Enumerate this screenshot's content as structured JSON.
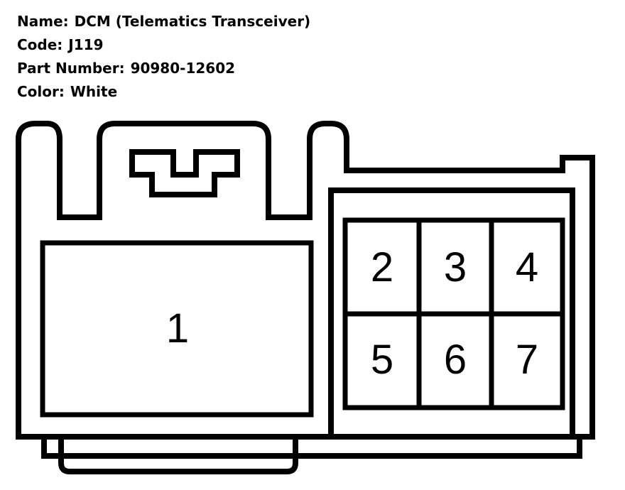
{
  "info": {
    "name_label": "Name:",
    "name_value": "DCM (Telematics Transceiver)",
    "code_label": "Code:",
    "code_value": "J119",
    "part_label": "Part Number:",
    "part_value": "90980-12602",
    "color_label": "Color:",
    "color_value": "White"
  },
  "pins": {
    "p1": "1",
    "p2": "2",
    "p3": "3",
    "p4": "4",
    "p5": "5",
    "p6": "6",
    "p7": "7"
  }
}
